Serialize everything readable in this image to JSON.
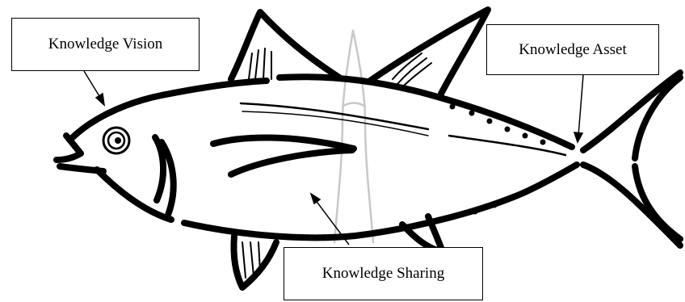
{
  "labels": {
    "vision": "Knowledge Vision",
    "asset": "Knowledge Asset",
    "sharing": "Knowledge Sharing"
  },
  "colors": {
    "stroke": "#000000",
    "spine": "#c8c8c8",
    "background": "#ffffff"
  }
}
